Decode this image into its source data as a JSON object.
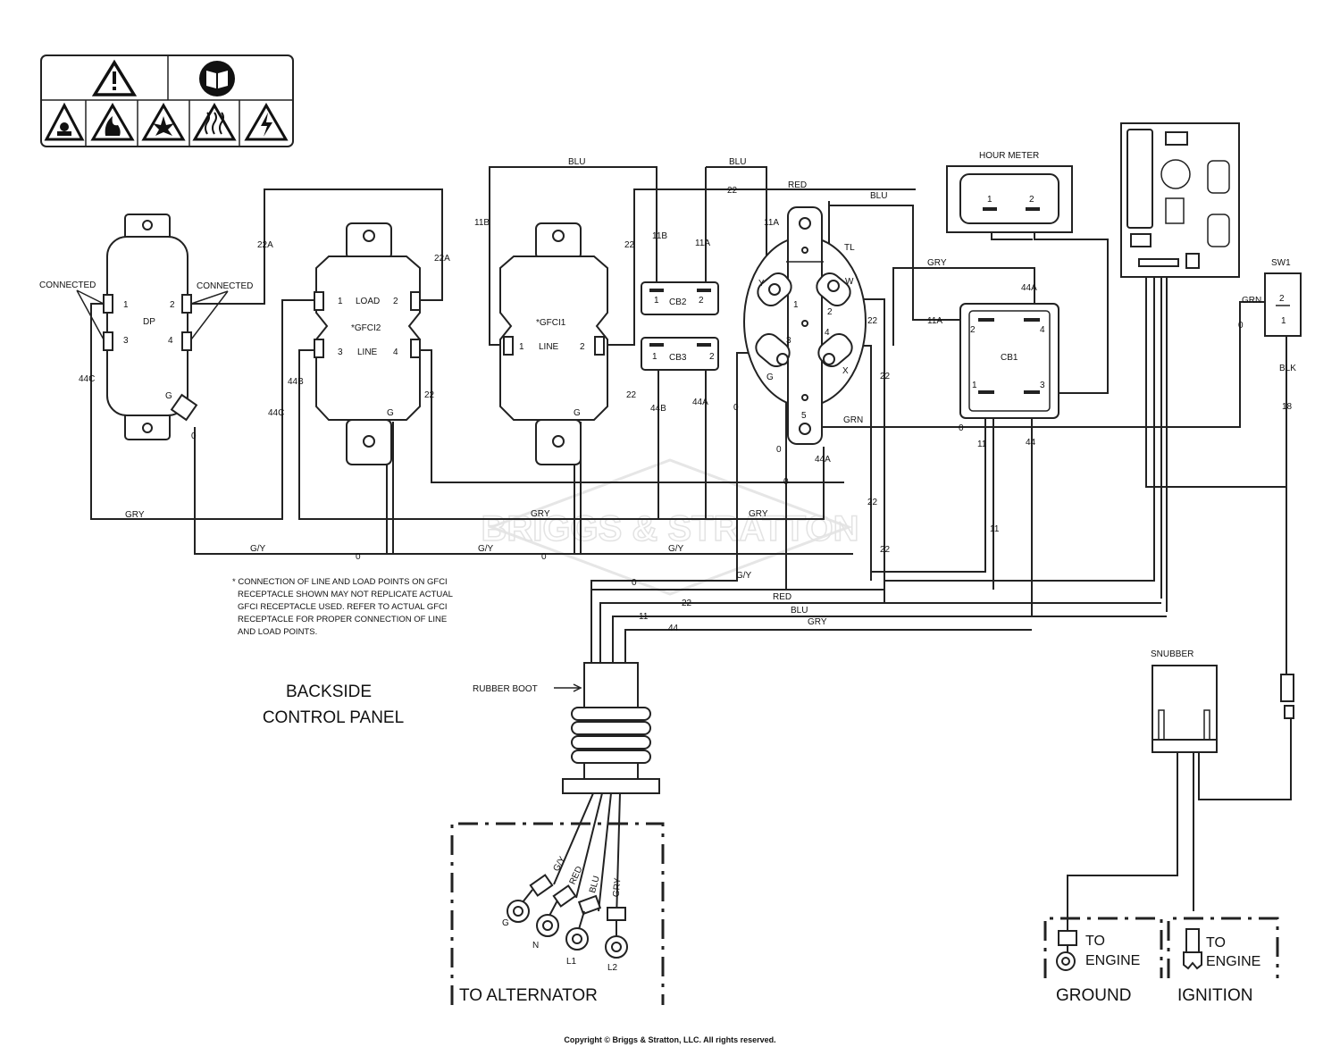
{
  "warning_label": {
    "icons": [
      "warning-triangle-icon",
      "read-manual-icon",
      "toxic-fumes-icon",
      "fire-hazard-icon",
      "explosion-hazard-icon",
      "hot-surface-icon",
      "electric-shock-icon"
    ]
  },
  "watermark": "BRIGGS & STRATTON",
  "components": {
    "dp": {
      "name": "DP",
      "p1": "1",
      "p2": "2",
      "p3": "3",
      "p4": "4",
      "g": "G",
      "connected_left": "CONNECTED",
      "connected_right": "CONNECTED"
    },
    "gfci2": {
      "name": "*GFCI2",
      "load": "LOAD",
      "line": "LINE",
      "p1": "1",
      "p2": "2",
      "p3": "3",
      "p4": "4",
      "g": "G"
    },
    "gfci1": {
      "name": "*GFCI1",
      "line": "LINE",
      "p1": "1",
      "p2": "2",
      "g": "G"
    },
    "cb2": {
      "name": "CB2",
      "p1": "1",
      "p2": "2"
    },
    "cb3": {
      "name": "CB3",
      "p1": "1",
      "p2": "2"
    },
    "tl": {
      "name": "TL",
      "y": "Y",
      "w": "W",
      "g": "G",
      "x": "X",
      "p1": "1",
      "p2": "2",
      "p3": "3",
      "p4": "4",
      "p5": "5"
    },
    "hour_meter": {
      "name": "HOUR METER",
      "p1": "1",
      "p2": "2"
    },
    "cb1": {
      "name": "CB1",
      "p1": "1",
      "p2": "2",
      "p3": "3",
      "p4": "4"
    },
    "sw1": {
      "name": "SW1",
      "p1": "1",
      "p2": "2"
    },
    "snubber": {
      "name": "SNUBBER"
    }
  },
  "wire_labels": {
    "blu_top1": "BLU",
    "blu_top2": "BLU",
    "red_top": "RED",
    "blu_top3": "BLU",
    "w22_top": "22",
    "w22a_left": "22A",
    "w22a_right": "22A",
    "w11b_left": "11B",
    "w22_gfci1": "22",
    "w11b_cb2": "11B",
    "w11a_cb2": "11A",
    "w11a_tl": "11A",
    "gry_hm": "GRY",
    "w44a_cb1": "44A",
    "w11a_cb1": "11A",
    "grn_sw1": "GRN",
    "w0_sw1": "0",
    "w44c_dp": "44C",
    "w44b": "44B",
    "w44c_2": "44C",
    "w22_gfci2": "22",
    "w22_gfci1_r": "22",
    "w44b_cb3": "44B",
    "w44a_cb3": "44A",
    "w0_cb3": "0",
    "w22_tl": "22",
    "w22_tl2": "22",
    "w0_dp": "0",
    "w0_tl": "0",
    "w0_tl2": "0",
    "w44a_tl": "44A",
    "grn_tl": "GRN",
    "w0_grn": "0",
    "w11_cb1": "11",
    "w44_cb1": "44",
    "blk_sw1": "BLK",
    "w18_sw1": "18",
    "gry_bus1": "GRY",
    "gry_bus2": "GRY",
    "gry_bus3": "GRY",
    "gy_bus1": "G/Y",
    "w0_bus1": "0",
    "gy_bus2": "G/Y",
    "w0_bus2": "0",
    "gy_bus3": "G/Y",
    "w22_mid": "22",
    "w22_mid2": "22",
    "w11_mid": "11",
    "gy_harn": "G/Y",
    "w0_harn": "0",
    "red_harn": "RED",
    "w22_harn": "22",
    "blu_harn": "BLU",
    "w11_harn": "11",
    "gry_harn": "GRY",
    "w44_harn": "44"
  },
  "note": {
    "lines": [
      "* CONNECTION OF LINE AND LOAD POINTS ON GFCI",
      "RECEPTACLE SHOWN MAY NOT REPLICATE ACTUAL",
      "GFCI RECEPTACLE USED. REFER TO ACTUAL GFCI",
      "RECEPTACLE FOR PROPER CONNECTION OF LINE",
      "AND LOAD POINTS."
    ]
  },
  "title": {
    "line1": "BACKSIDE",
    "line2": "CONTROL PANEL"
  },
  "rubber_boot": "RUBBER BOOT",
  "alternator": {
    "title": "TO ALTERNATOR",
    "wires": [
      "G/Y",
      "RED",
      "BLU",
      "GRY"
    ],
    "terminals": [
      "G",
      "N",
      "L1",
      "L2"
    ]
  },
  "ground": {
    "text1": "TO",
    "text2": "ENGINE",
    "title": "GROUND"
  },
  "ignition": {
    "text1": "TO",
    "text2": "ENGINE",
    "title": "IGNITION"
  },
  "copyright": "Copyright © Briggs & Stratton, LLC. All rights reserved."
}
